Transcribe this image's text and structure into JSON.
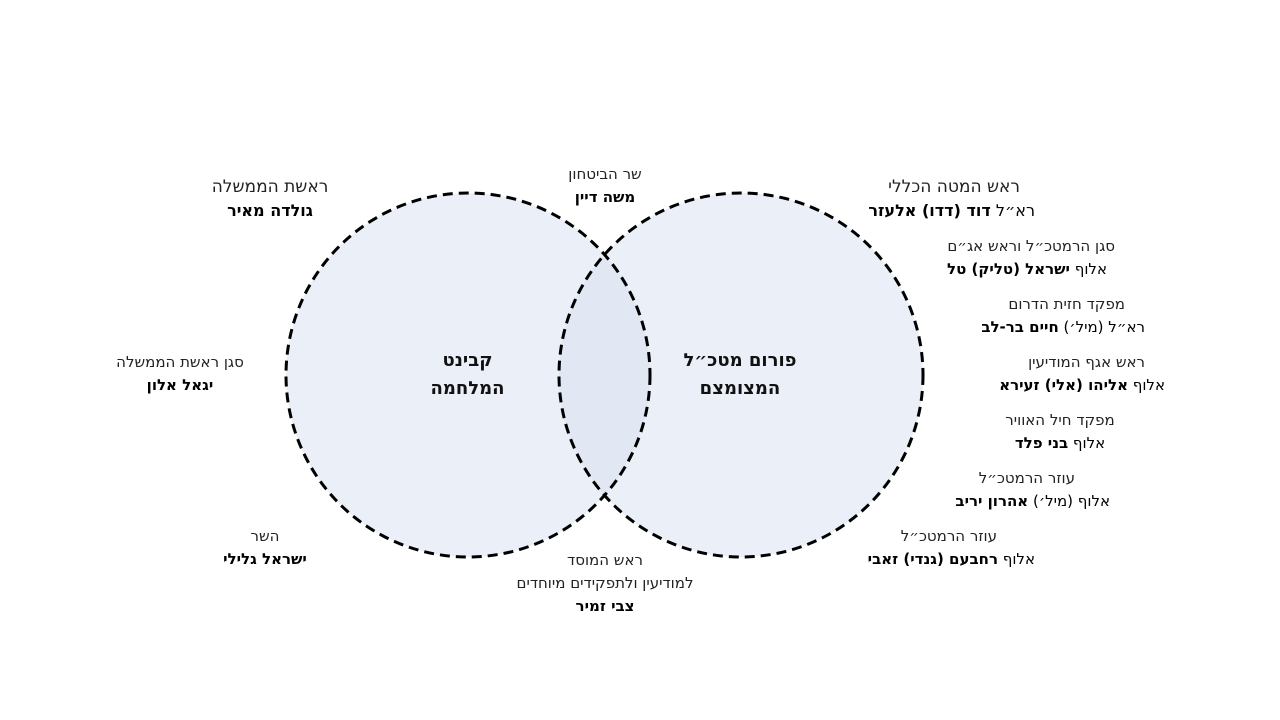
{
  "circles": {
    "cabinet": {
      "line1": "קבינט",
      "line2": "המלחמה"
    },
    "forum": {
      "line1": "פורום מטכ״ל",
      "line2": "המצומצם"
    }
  },
  "colors": {
    "fill": "#eaeff8",
    "overlap": "#e1e7f3",
    "stroke": "#000000"
  },
  "labels": {
    "pm": {
      "role": "ראשת הממשלה",
      "name": "גולדה מאיר"
    },
    "defense": {
      "role": "שר הביטחון",
      "name": "משה דיין"
    },
    "deputy_pm": {
      "role": "סגן ראשת הממשלה",
      "name": "יגאל אלון"
    },
    "minister": {
      "role": "השר",
      "name": "ישראל גלילי"
    },
    "mossad": {
      "role1": "ראש המוסד",
      "role2": "למודיעין ולתפקידים מיוחדים",
      "name": "צבי זמיר"
    },
    "chief": {
      "role": "ראש המטה הכללי",
      "prefix": "רא״ל ",
      "name": "דוד (דדו) אלעזר"
    },
    "deputy_chief": {
      "role": "סגן הרמטכ״ל וראש אג״ם",
      "prefix": "אלוף ",
      "name": "ישראל (טליק) טל"
    },
    "south": {
      "role": "מפקד חזית הדרום",
      "prefix": "רא״ל (מיל׳) ",
      "name": "חיים בר-לב"
    },
    "intel": {
      "role": "ראש אגף המודיעין",
      "prefix": "אלוף ",
      "name": "אליהו (אלי) זעירא"
    },
    "air": {
      "role": "מפקד חיל האוויר",
      "prefix": "אלוף ",
      "name": "בני פלד"
    },
    "aide1": {
      "role": "עוזר הרמטכ״ל",
      "prefix": "אלוף (מיל׳) ",
      "name": "אהרון יריב"
    },
    "aide2": {
      "role": "עוזר הרמטכ״ל",
      "prefix": "אלוף ",
      "name": "רחבעם (גנדי) זאבי"
    }
  }
}
